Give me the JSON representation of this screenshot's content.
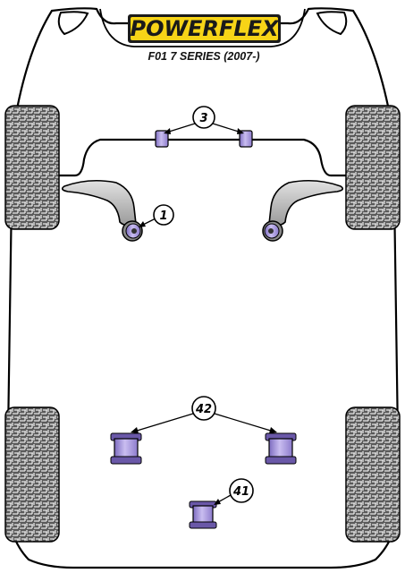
{
  "logo": {
    "brand": "POWERFLEX",
    "colors": {
      "yellow": "#f7d417",
      "dark": "#1a1a1a"
    }
  },
  "subtitle": "F01 7 SERIES (2007-)",
  "callouts": [
    {
      "label": "3",
      "name": "callout-3"
    },
    {
      "label": "1",
      "name": "callout-1"
    },
    {
      "label": "42",
      "name": "callout-42"
    },
    {
      "label": "41",
      "name": "callout-41"
    }
  ],
  "colors": {
    "bushing_purple": "#b9a9e0",
    "bushing_purple_dark": "#6a58a8",
    "body_outline": "#000000",
    "tyre_fill": "#555555",
    "arm_grey": "#c0c0c0"
  }
}
